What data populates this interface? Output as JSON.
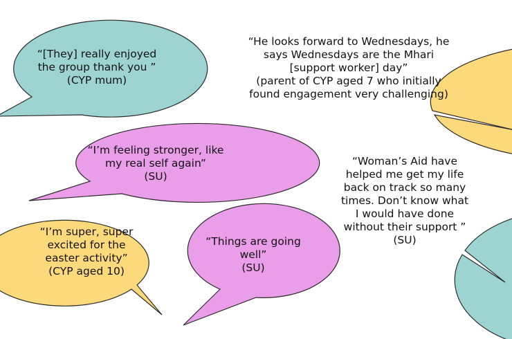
{
  "colors": {
    "teal": "#9dd4d1",
    "yellow": "#fcd97b",
    "pink": "#ea9de8",
    "outline": "#2a2a2a",
    "text": "#111111"
  },
  "bubbles": [
    {
      "color": "teal",
      "lines": [
        "“[They] really enjoyed",
        "the group thank you ”",
        "(CYP mum)"
      ]
    },
    {
      "color": "yellow",
      "lines": [
        "“He looks forward to Wednesdays, he",
        "says Wednesdays are the Mhari",
        "[support worker] day”",
        "(parent of CYP aged 7 who initially",
        "found engagement very challenging)"
      ]
    },
    {
      "color": "pink",
      "lines": [
        "“I’m feeling stronger, like",
        "my real self again”",
        "(SU)"
      ]
    },
    {
      "color": "teal",
      "lines": [
        "“Woman’s Aid have",
        "helped me get my life",
        "back on track so many",
        "times. Don’t know what",
        "I would have done",
        "without their support ”",
        "(SU)"
      ]
    },
    {
      "color": "yellow",
      "lines": [
        "“I’m super, super",
        "excited for the",
        "easter activity”",
        "(CYP aged 10)"
      ]
    },
    {
      "color": "pink",
      "lines": [
        "“Things are going",
        "well”",
        "(SU)"
      ]
    }
  ]
}
